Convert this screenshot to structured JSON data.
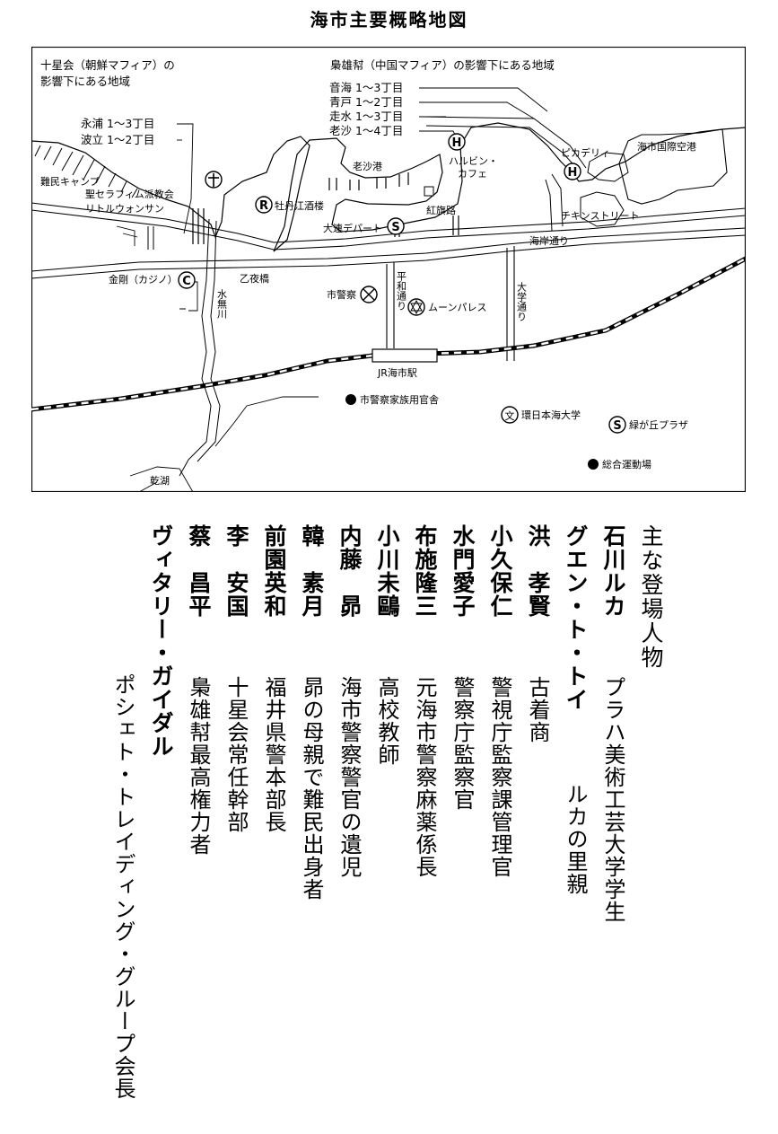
{
  "title": "海市主要概略地図",
  "map": {
    "labels": {
      "sekisei_zone": "十星会（朝鮮マフィア）の",
      "sekisei_zone2": "影響下にある地域",
      "kyoyu_zone": "梟雄幇（中国マフィア）の影響下にある地域",
      "onkai": "音海 1〜3丁目",
      "aoto": "青戸 1〜2丁目",
      "sosui": "走水 1〜3丁目",
      "rosha": "老沙 1〜4丁目",
      "eiho": "永浦 1〜3丁目",
      "hatachi": "波立 1〜2丁目",
      "refugee_camp": "難民キャンプ",
      "church": "聖セラフィム派教会",
      "little_wonsan": "リトルウォンサン",
      "botan": "牡丹江酒楼",
      "rosha_port": "老沙港",
      "harbin1": "ハルビン・",
      "harbin2": "カフェ",
      "piccadilly": "ピカデリィ",
      "airport": "海市国際空港",
      "chicken": "チキンストリート",
      "dairen": "大連デパート",
      "koki": "紅旗路",
      "kaigan": "海岸通り",
      "kongo": "金剛（カジノ）",
      "otsuya": "乙夜橋",
      "heiwa": "平和通り",
      "daigaku": "大学通り",
      "police": "市警察",
      "moon": "ムーンパレス",
      "suimu": "水無川",
      "station": "JR海市駅",
      "housing": "市警察家族用官舎",
      "univ": "環日本海大学",
      "midori": "緑が丘プラザ",
      "sports": "総合運動場",
      "kenko": "乾湖"
    },
    "symbols": {
      "restaurant": "R",
      "store": "S",
      "hotel": "H",
      "casino": "C",
      "school": "文"
    }
  },
  "cast": {
    "heading": "主な登場人物",
    "characters": [
      {
        "name": "石川ルカ",
        "role": "プラハ美術工芸大学学生"
      },
      {
        "name": "グエン・ト・トイ",
        "role": "ルカの里親"
      },
      {
        "name": "洪　孝賢",
        "role": "古着商"
      },
      {
        "name": "小久保仁",
        "role": "警視庁監察課管理官"
      },
      {
        "name": "水門愛子",
        "role": "警察庁監察官"
      },
      {
        "name": "布施隆三",
        "role": "元海市警察麻薬係長"
      },
      {
        "name": "小川未鷗",
        "role": "高校教師"
      },
      {
        "name": "内藤　昴",
        "role": "海市警察警官の遺児"
      },
      {
        "name": "韓　素月",
        "role": "昴の母親で難民出身者"
      },
      {
        "name": "前園英和",
        "role": "福井県警本部長"
      },
      {
        "name": "李　安国",
        "role": "十星会常任幹部"
      },
      {
        "name": "蔡　昌平",
        "role": "梟雄幇最高権力者"
      },
      {
        "name": "ヴィタリー・ガイダル",
        "role": "ポシェト・トレイディング・グループ会長"
      }
    ]
  }
}
